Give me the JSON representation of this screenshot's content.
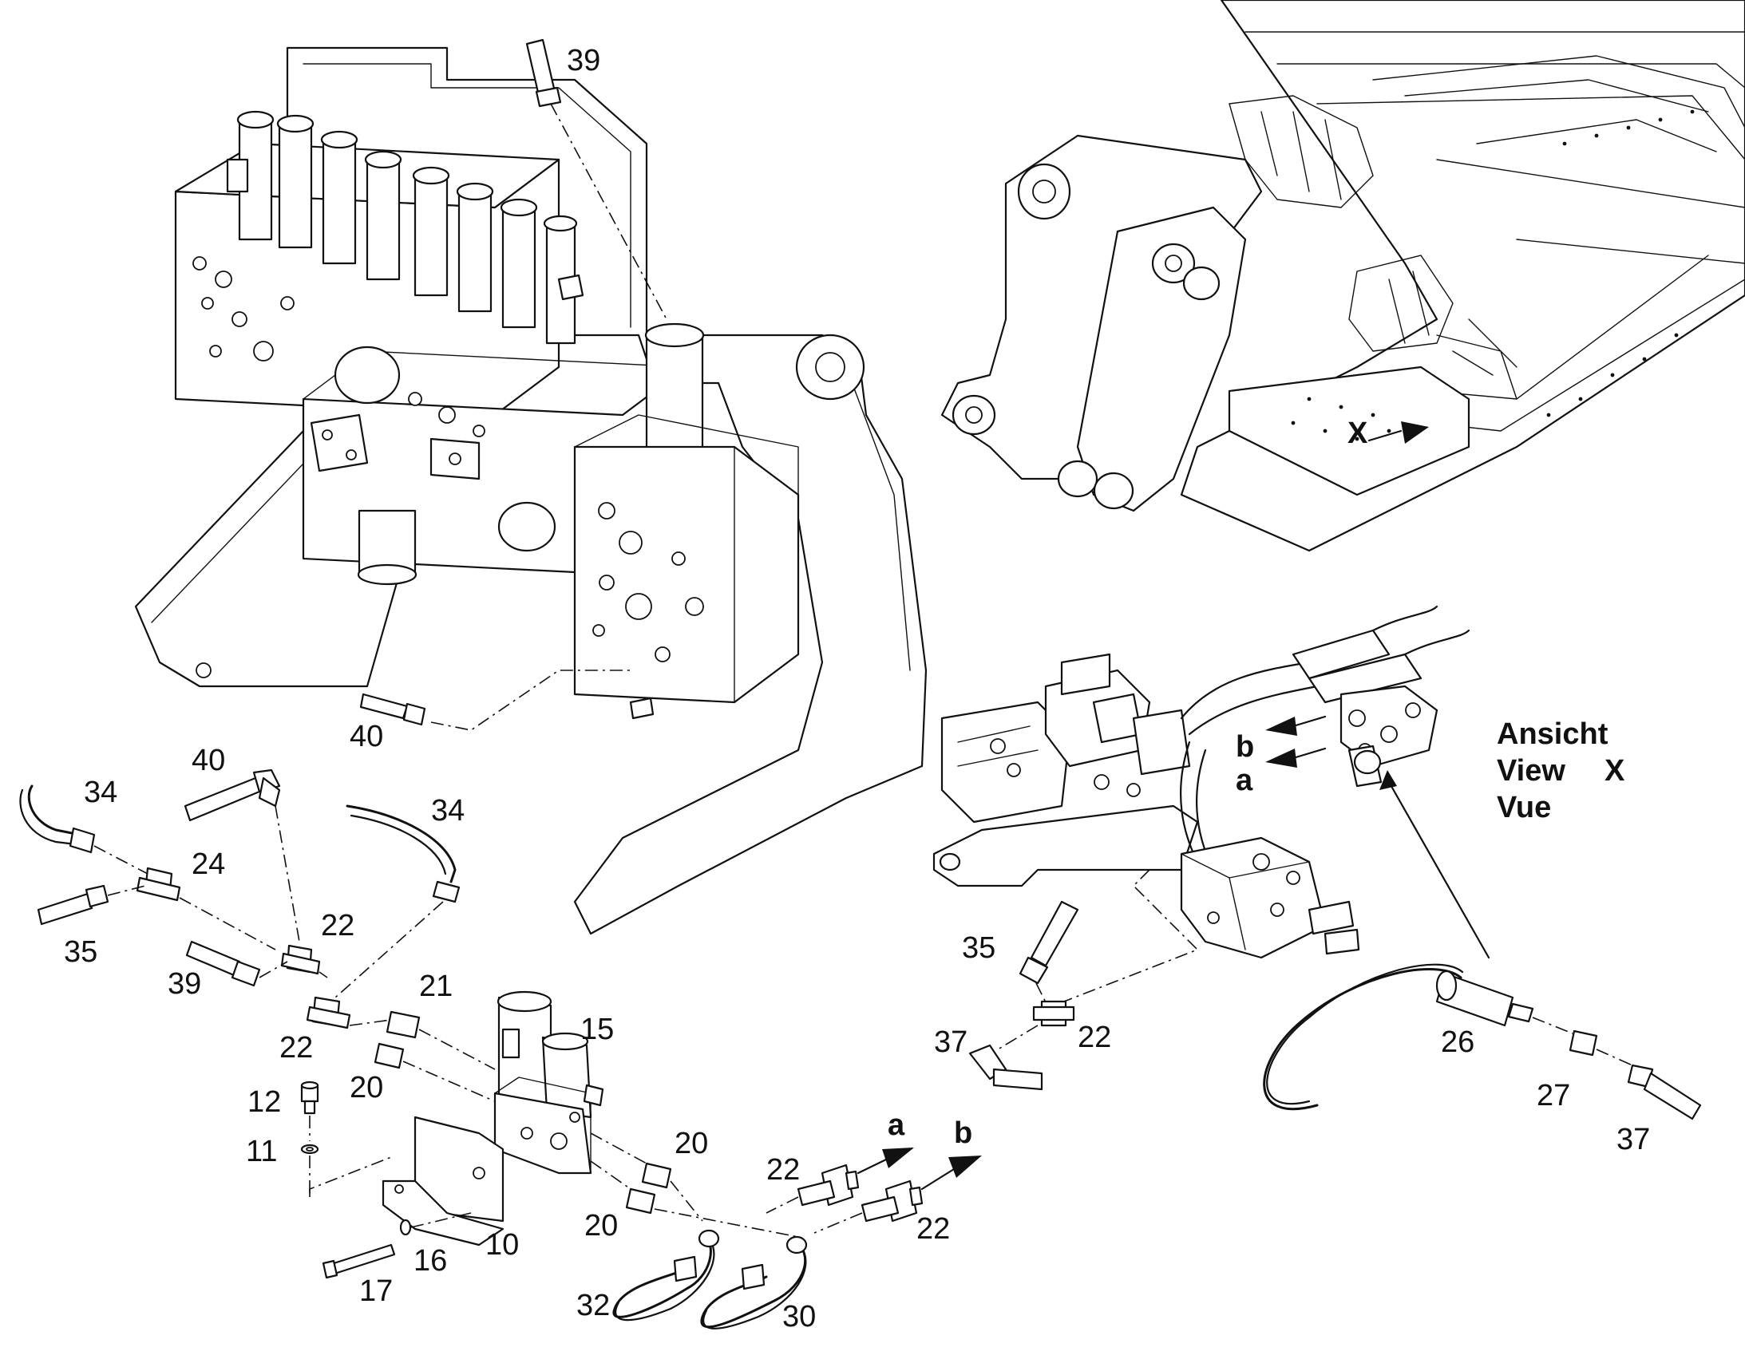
{
  "callouts": {
    "c39_top": "39",
    "c40_mid": "40",
    "c34_left": "34",
    "c40_left": "40",
    "c34_right": "34",
    "c24": "24",
    "c35_left": "35",
    "c22_a": "22",
    "c39_left": "39",
    "c21": "21",
    "c22_b": "22",
    "c15": "15",
    "c20_a": "20",
    "c12": "12",
    "c11": "11",
    "c20_b": "20",
    "c20_c": "20",
    "c10": "10",
    "c16": "16",
    "c17": "17",
    "c22_c": "22",
    "c22_d": "22",
    "c32": "32",
    "c30": "30",
    "c35_right": "35",
    "c22_e": "22",
    "c37_left": "37",
    "c26": "26",
    "c27": "27",
    "c37_right": "37"
  },
  "arrows": {
    "a_bottom": "a",
    "b_bottom": "b",
    "b_right": "b",
    "a_right": "a",
    "x_overview": "X"
  },
  "view_label": {
    "line1": "Ansicht",
    "line2": "View",
    "line3": "Vue",
    "view_letter": "X"
  }
}
